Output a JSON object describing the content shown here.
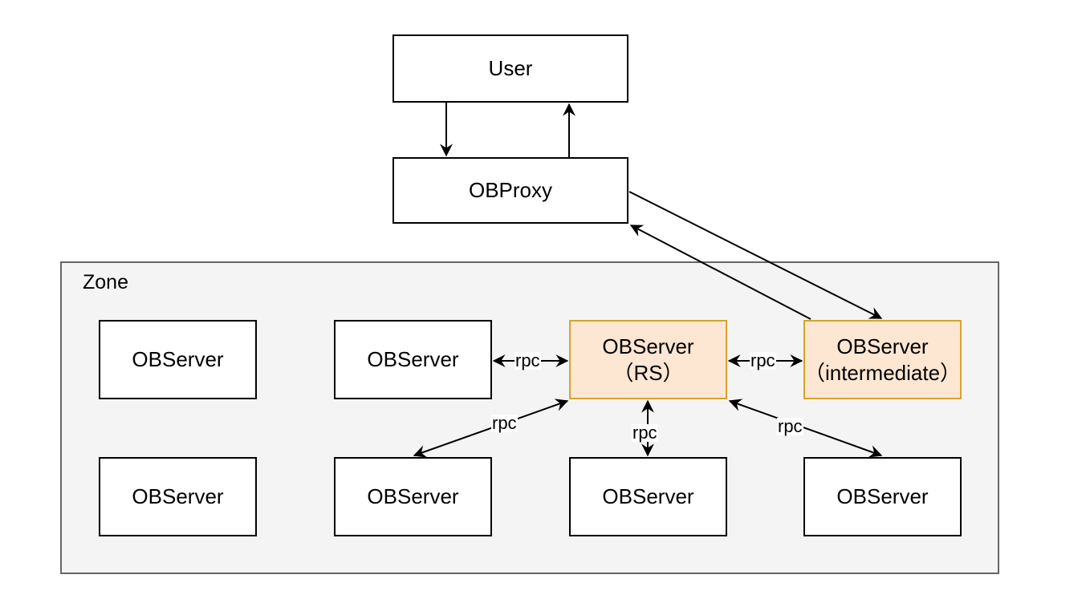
{
  "diagram": {
    "zone": {
      "label": "Zone"
    },
    "nodes": {
      "user": {
        "line1": "User"
      },
      "obproxy": {
        "line1": "OBProxy"
      },
      "observer_r1c1": {
        "line1": "OBServer"
      },
      "observer_r1c2": {
        "line1": "OBServer"
      },
      "observer_rs": {
        "line1": "OBServer",
        "line2": "（RS）"
      },
      "observer_intermediate": {
        "line1": "OBServer",
        "line2": "（intermediate）"
      },
      "observer_r2c1": {
        "line1": "OBServer"
      },
      "observer_r2c2": {
        "line1": "OBServer"
      },
      "observer_r2c3": {
        "line1": "OBServer"
      },
      "observer_r2c4": {
        "line1": "OBServer"
      }
    },
    "edge_labels": {
      "rpc_1": "rpc",
      "rpc_2": "rpc",
      "rpc_3": "rpc",
      "rpc_4": "rpc",
      "rpc_5": "rpc"
    },
    "colors": {
      "highlight_fill": "#fde6d2",
      "highlight_border": "#d6a32b",
      "zone_fill": "#f4f4f4",
      "zone_border": "#666666"
    }
  }
}
